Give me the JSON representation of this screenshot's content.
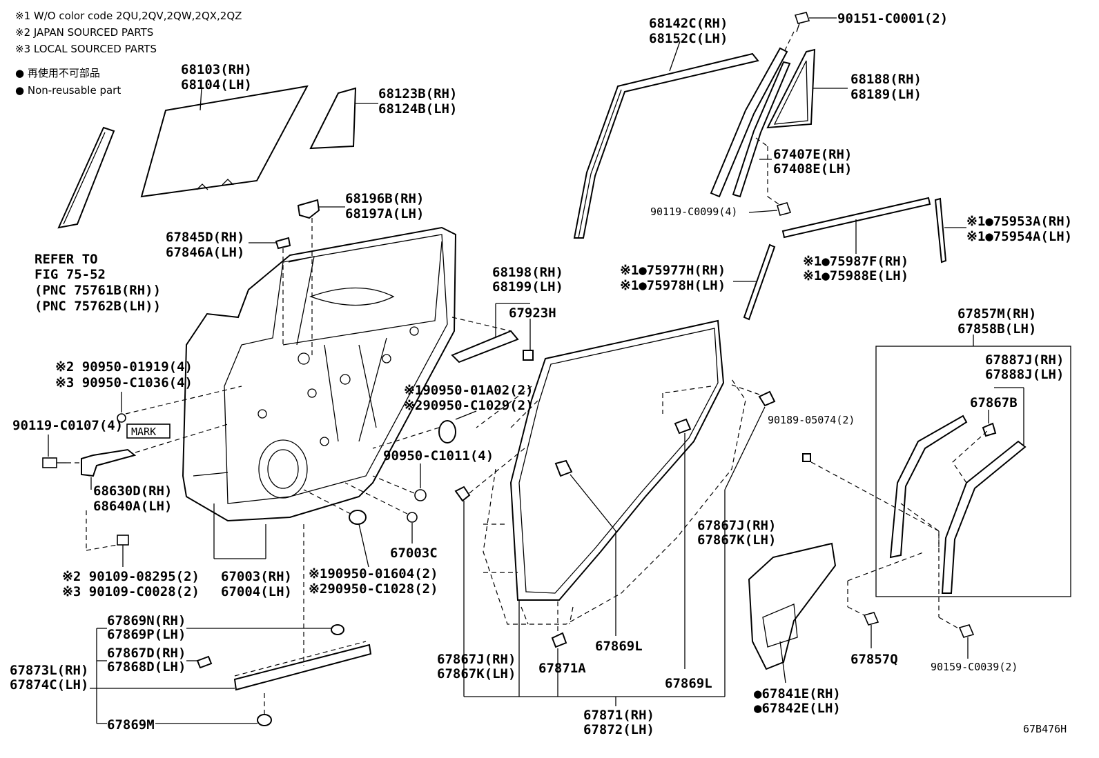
{
  "notes": {
    "note1": "※1 W/O color code 2QU,2QV,2QW,2QX,2QZ",
    "note2": "※2 JAPAN SOURCED PARTS",
    "note3": "※3 LOCAL SOURCED PARTS",
    "nonreusable_jp": "● 再使用不可部品",
    "nonreusable_en": "● Non-reusable part"
  },
  "diagram_id": "67B476H",
  "labels": {
    "l68103": "68103(RH)",
    "l68104": "68104(LH)",
    "l68123": "68123B(RH)",
    "l68124": "68124B(LH)",
    "refer1": "REFER TO",
    "refer2": "FIG 75-52",
    "refer3": "(PNC 75761B(RH))",
    "refer4": "(PNC 75762B(LH))",
    "l68196": "68196B(RH)",
    "l68197": "68197A(LH)",
    "l67845": "67845D(RH)",
    "l67846": "67846A(LH)",
    "l68198": "68198(RH)",
    "l68199": "68199(LH)",
    "l67923": "67923H",
    "l90950_01919": "※2 90950-01919(4)",
    "l90950_C1036": "※3 90950-C1036(4)",
    "l90119_C0107": "90119-C0107(4)",
    "mark": "MARK",
    "l68630": "68630D(RH)",
    "l68640": "68640A(LH)",
    "l90109_08295": "※2 90109-08295(2)",
    "l90109_C0028": "※3 90109-C0028(2)",
    "l67003": "67003(RH)",
    "l67004": "67004(LH)",
    "l90950_01A02": "※190950-01A02(2)",
    "l90950_C1029": "※290950-C1029(2)",
    "l90950_C1011": "90950-C1011(4)",
    "l67003C": "67003C",
    "l90950_01604": "※190950-01604(2)",
    "l90950_C1028": "※290950-C1028(2)",
    "l67869N": "67869N(RH)",
    "l67869P": "67869P(LH)",
    "l67867D": "67867D(RH)",
    "l67868D": "67868D(LH)",
    "l67873L": "67873L(RH)",
    "l67874C": "67874C(LH)",
    "l67869M": "67869M",
    "l68142": "68142C(RH)",
    "l68152": "68152C(LH)",
    "l90151": "90151-C0001(2)",
    "l68188": "68188(RH)",
    "l68189": "68189(LH)",
    "l67407": "67407E(RH)",
    "l67408": "67408E(LH)",
    "l90119_C0099": "90119-C0099(4)",
    "l75953": "※1●75953A(RH)",
    "l75954": "※1●75954A(LH)",
    "l75987": "※1●75987F(RH)",
    "l75988": "※1●75988E(LH)",
    "l75977": "※1●75977H(RH)",
    "l75978": "※1●75978H(LH)",
    "l67857M": "67857M(RH)",
    "l67858B": "67858B(LH)",
    "l67887J": "67887J(RH)",
    "l67888J": "67888J(LH)",
    "l67867B": "67867B",
    "l90189": "90189-05074(2)",
    "l67867J_a": "67867J(RH)",
    "l67867K_a": "67867K(LH)",
    "l67867J_b": "67867J(RH)",
    "l67867K_b": "67867K(LH)",
    "l67871A": "67871A",
    "l67869L_a": "67869L",
    "l67869L_b": "67869L",
    "l67871": "67871(RH)",
    "l67872": "67872(LH)",
    "l67841": "●67841E(RH)",
    "l67842": "●67842E(LH)",
    "l67857Q": "67857Q",
    "l90159": "90159-C0039(2)"
  }
}
